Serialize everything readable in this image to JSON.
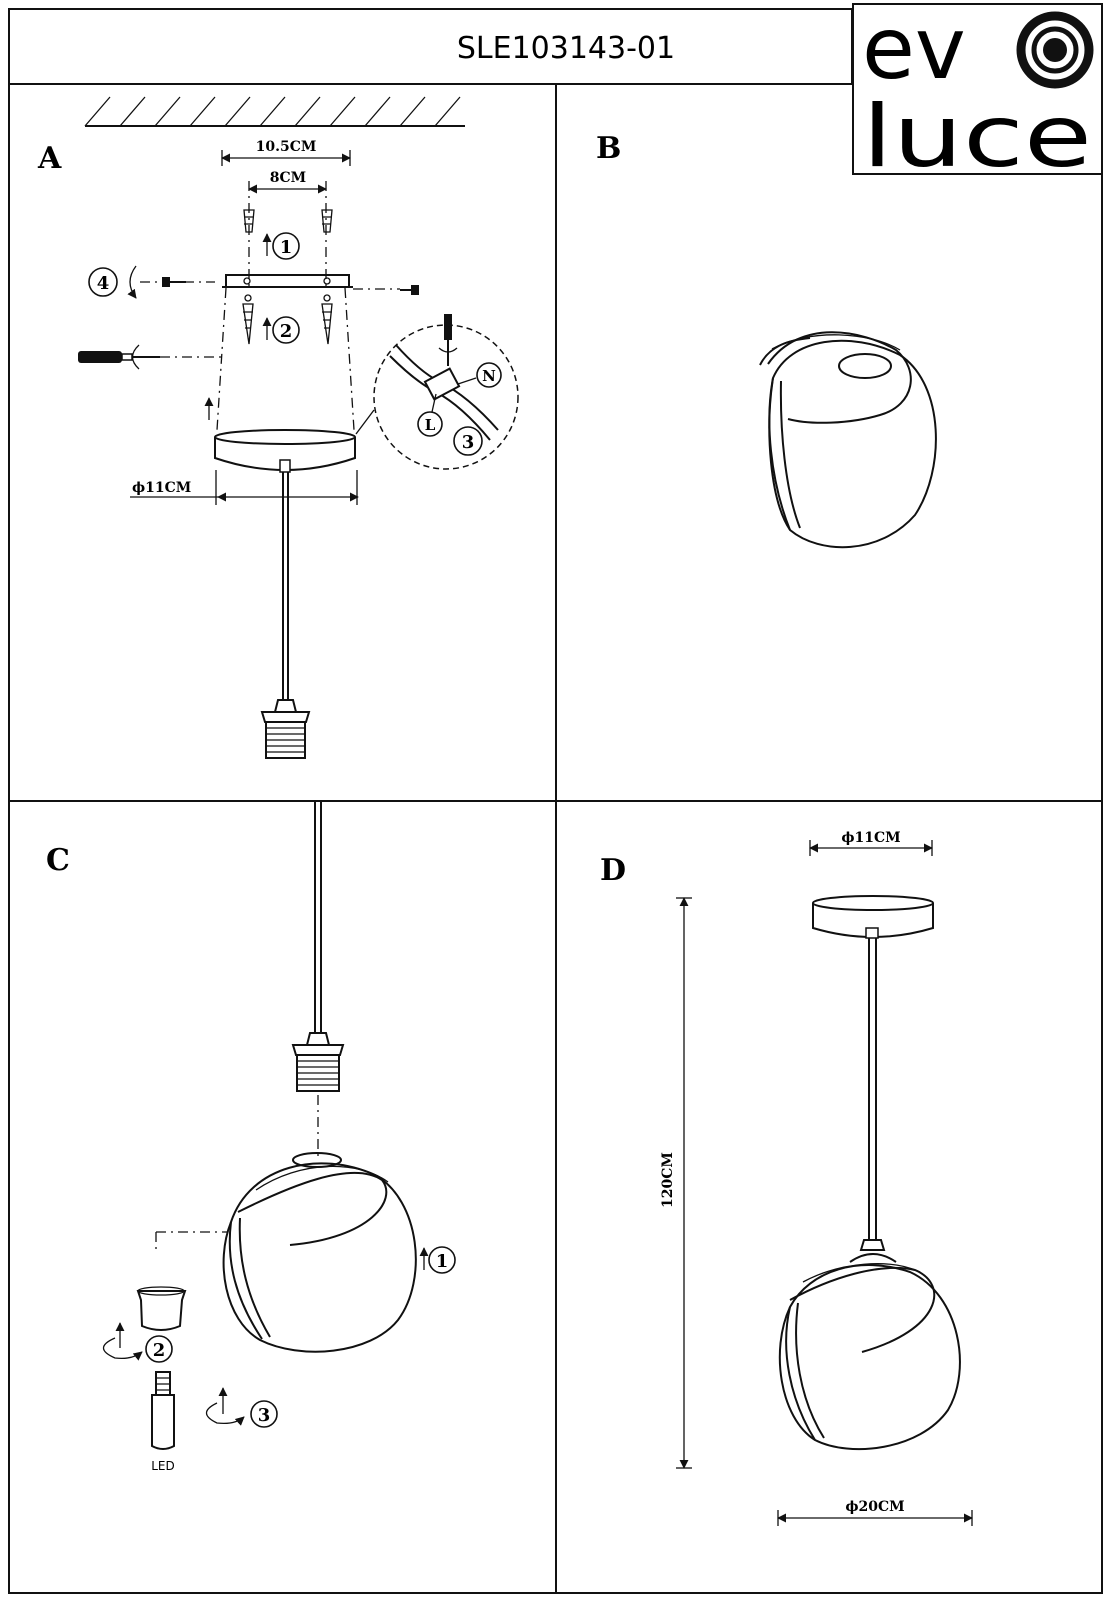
{
  "header": {
    "model_code": "SLE103143-01"
  },
  "logo": {
    "line1": "ev",
    "line2": "luce"
  },
  "panels": {
    "a": {
      "label": "A"
    },
    "b": {
      "label": "B"
    },
    "c": {
      "label": "C"
    },
    "d": {
      "label": "D"
    }
  },
  "dimensions": {
    "bracket_width": "10.5CM",
    "hole_spacing": "8CM",
    "canopy_diameter": "ϕ11CM",
    "canopy_diameter_top": "ϕ11CM",
    "height": "120CM",
    "shade_diameter": "ϕ20CM"
  },
  "steps": {
    "a1": "1",
    "a2": "2",
    "a3": "3",
    "a4": "4",
    "c1": "1",
    "c2": "2",
    "c3": "3"
  },
  "wiring": {
    "neutral": "N",
    "live": "L"
  },
  "bulb": {
    "label": "LED"
  }
}
